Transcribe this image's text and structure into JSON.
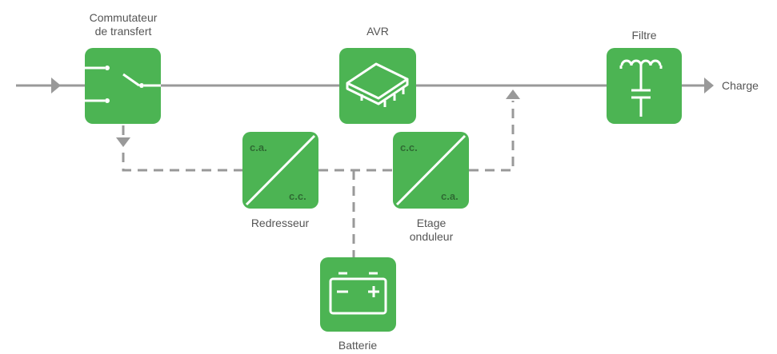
{
  "labels": {
    "transfer_switch_line1": "Commutateur",
    "transfer_switch_line2": "de transfert",
    "avr": "AVR",
    "filter": "Filtre",
    "load": "Charge",
    "rectifier": "Redresseur",
    "inverter_line1": "Etage",
    "inverter_line2": "onduleur",
    "battery": "Batterie"
  },
  "rectifier_box": {
    "top_text": "c.a.",
    "bottom_text": "c.c."
  },
  "inverter_box": {
    "top_text": "c.c.",
    "bottom_text": "c.a."
  },
  "colors": {
    "block_green": "#4cb453",
    "line_gray": "#999999",
    "label_text": "#555555",
    "block_icon": "#ffffff"
  }
}
